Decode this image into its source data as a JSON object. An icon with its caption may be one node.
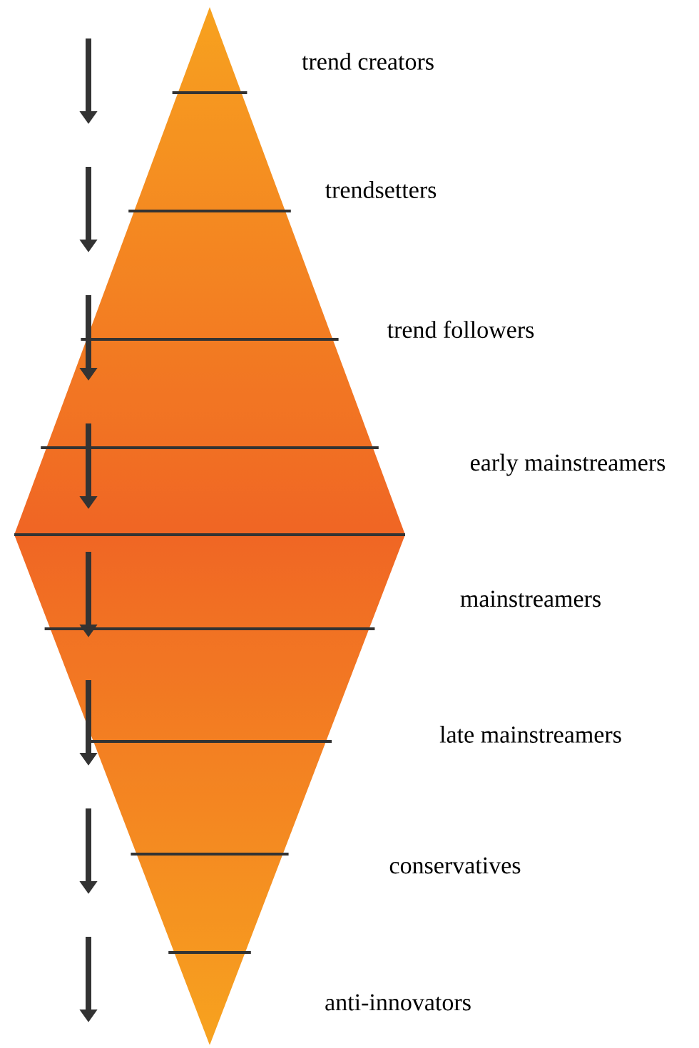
{
  "diagram": {
    "labels": [
      "trend creators",
      "trendsetters",
      "trend followers",
      "early mainstreamers",
      "mainstreamers",
      "late mainstreamers",
      "conservatives",
      "anti-innovators"
    ]
  }
}
